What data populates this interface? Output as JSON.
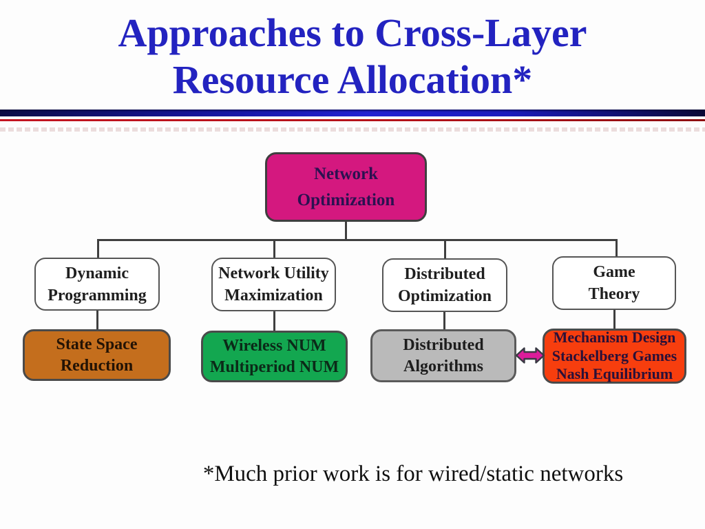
{
  "slide": {
    "title_lines": [
      "Approaches to Cross-Layer",
      "Resource Allocation*"
    ],
    "title_color": "#2323c0",
    "footnote": "*Much prior work is for wired/static networks"
  },
  "decor": {
    "bar_gradient_left": "#0c0c44",
    "bar_gradient_mid": "#2222d2",
    "bar_gradient_right": "#090936",
    "red_line_color": "#b31118",
    "dash_color": "#ecdddd"
  },
  "diagram": {
    "root": {
      "label_lines": [
        "Network",
        "Optimization"
      ],
      "fill": "#d4187f"
    },
    "level2": [
      {
        "label_lines": [
          "Dynamic",
          "Programming"
        ],
        "fill": "#ffffff"
      },
      {
        "label_lines": [
          "Network Utility",
          "Maximization"
        ],
        "fill": "#ffffff"
      },
      {
        "label_lines": [
          "Distributed",
          "Optimization"
        ],
        "fill": "#ffffff"
      },
      {
        "label_lines": [
          "Game",
          "Theory"
        ],
        "fill": "#ffffff"
      }
    ],
    "level3": [
      {
        "label_lines": [
          "State Space",
          "Reduction"
        ],
        "fill": "#c46e1d"
      },
      {
        "label_lines": [
          "Wireless NUM",
          "Multiperiod NUM"
        ],
        "fill": "#13a750"
      },
      {
        "label_lines": [
          "Distributed",
          "Algorithms"
        ],
        "fill": "#bababa"
      },
      {
        "label_lines": [
          "Mechanism Design",
          "Stackelberg Games",
          "Nash Equilibrium"
        ],
        "fill": "#f73e0e"
      }
    ],
    "arrow": {
      "icon": "double-headed-arrow",
      "color": "#dc1c9a"
    }
  }
}
